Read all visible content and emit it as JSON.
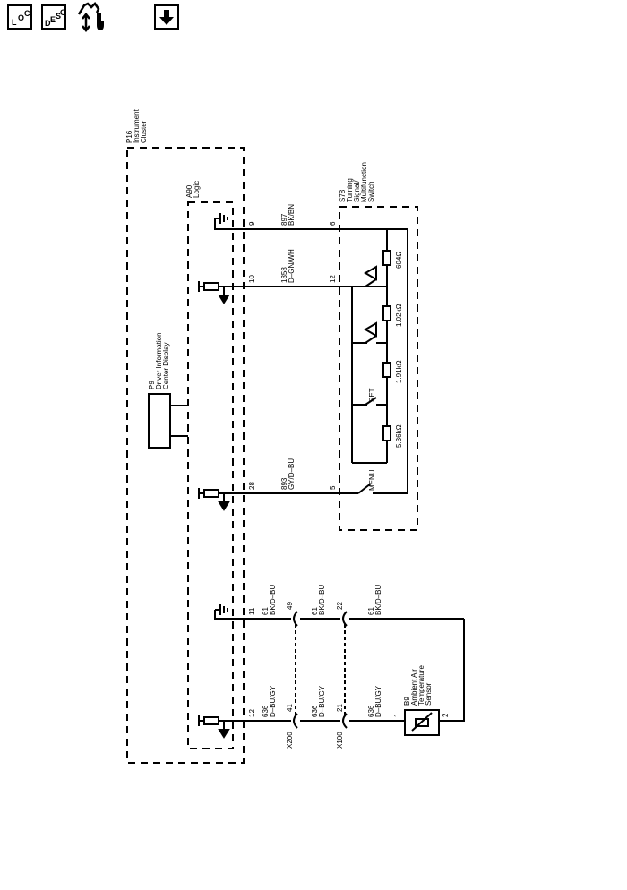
{
  "toolbar": {
    "loc_button": {
      "letters": [
        "L",
        "O",
        "C"
      ],
      "tooltip": "Location"
    },
    "desc_button": {
      "letters": [
        "D",
        "E",
        "S",
        "C"
      ],
      "tooltip": "Description"
    },
    "connector_icon": "connector-wrench-icon",
    "down_icon": "arrow-down-icon"
  },
  "diagram": {
    "components": {
      "p16": {
        "id": "P16",
        "name1": "Instrument",
        "name2": "Cluster"
      },
      "a90": {
        "id": "A90",
        "name1": "Logic"
      },
      "p9": {
        "id": "P9",
        "name1": "Driver Information",
        "name2": "Center Display"
      },
      "s78": {
        "id": "S78",
        "name1": "Turning",
        "name2": "Signal/",
        "name3": "Multifunction",
        "name4": "Switch"
      },
      "b9": {
        "id": "B9",
        "name1": "Ambient Air",
        "name2": "Temperature",
        "name3": "Sensor"
      }
    },
    "circuits": [
      {
        "pin_left": "9",
        "circuit": "897",
        "color": "BK/BN",
        "pin_right": "6"
      },
      {
        "pin_left": "10",
        "circuit": "1358",
        "color": "D–GN/WH",
        "pin_right": "12"
      },
      {
        "pin_left": "28",
        "circuit": "893",
        "color": "GY/D–BU",
        "pin_right": "5"
      },
      {
        "pin_left": "11",
        "circuit": "61",
        "color": "BK/D–BU",
        "pin_x200": "49",
        "circuit2": "61",
        "color2": "BK/D–BU",
        "pin_x100": "22",
        "circuit3": "61",
        "color3": "BK/D–BU"
      },
      {
        "pin_left": "12",
        "circuit": "636",
        "color": "D–BU/GY",
        "pin_x200": "41",
        "circuit2": "636",
        "color2": "D–BU/GY",
        "pin_x100": "21",
        "circuit3": "636",
        "color3": "D–BU/GY"
      }
    ],
    "connectors": {
      "x200": "X200",
      "x100": "X100"
    },
    "sensor_pins": {
      "pin1": "1",
      "pin2": "2"
    },
    "resistors": [
      "604Ω",
      "1.02kΩ",
      "1.91kΩ",
      "5.36kΩ"
    ],
    "switch_labels": {
      "set": "SET",
      "menu": "MENU"
    }
  }
}
